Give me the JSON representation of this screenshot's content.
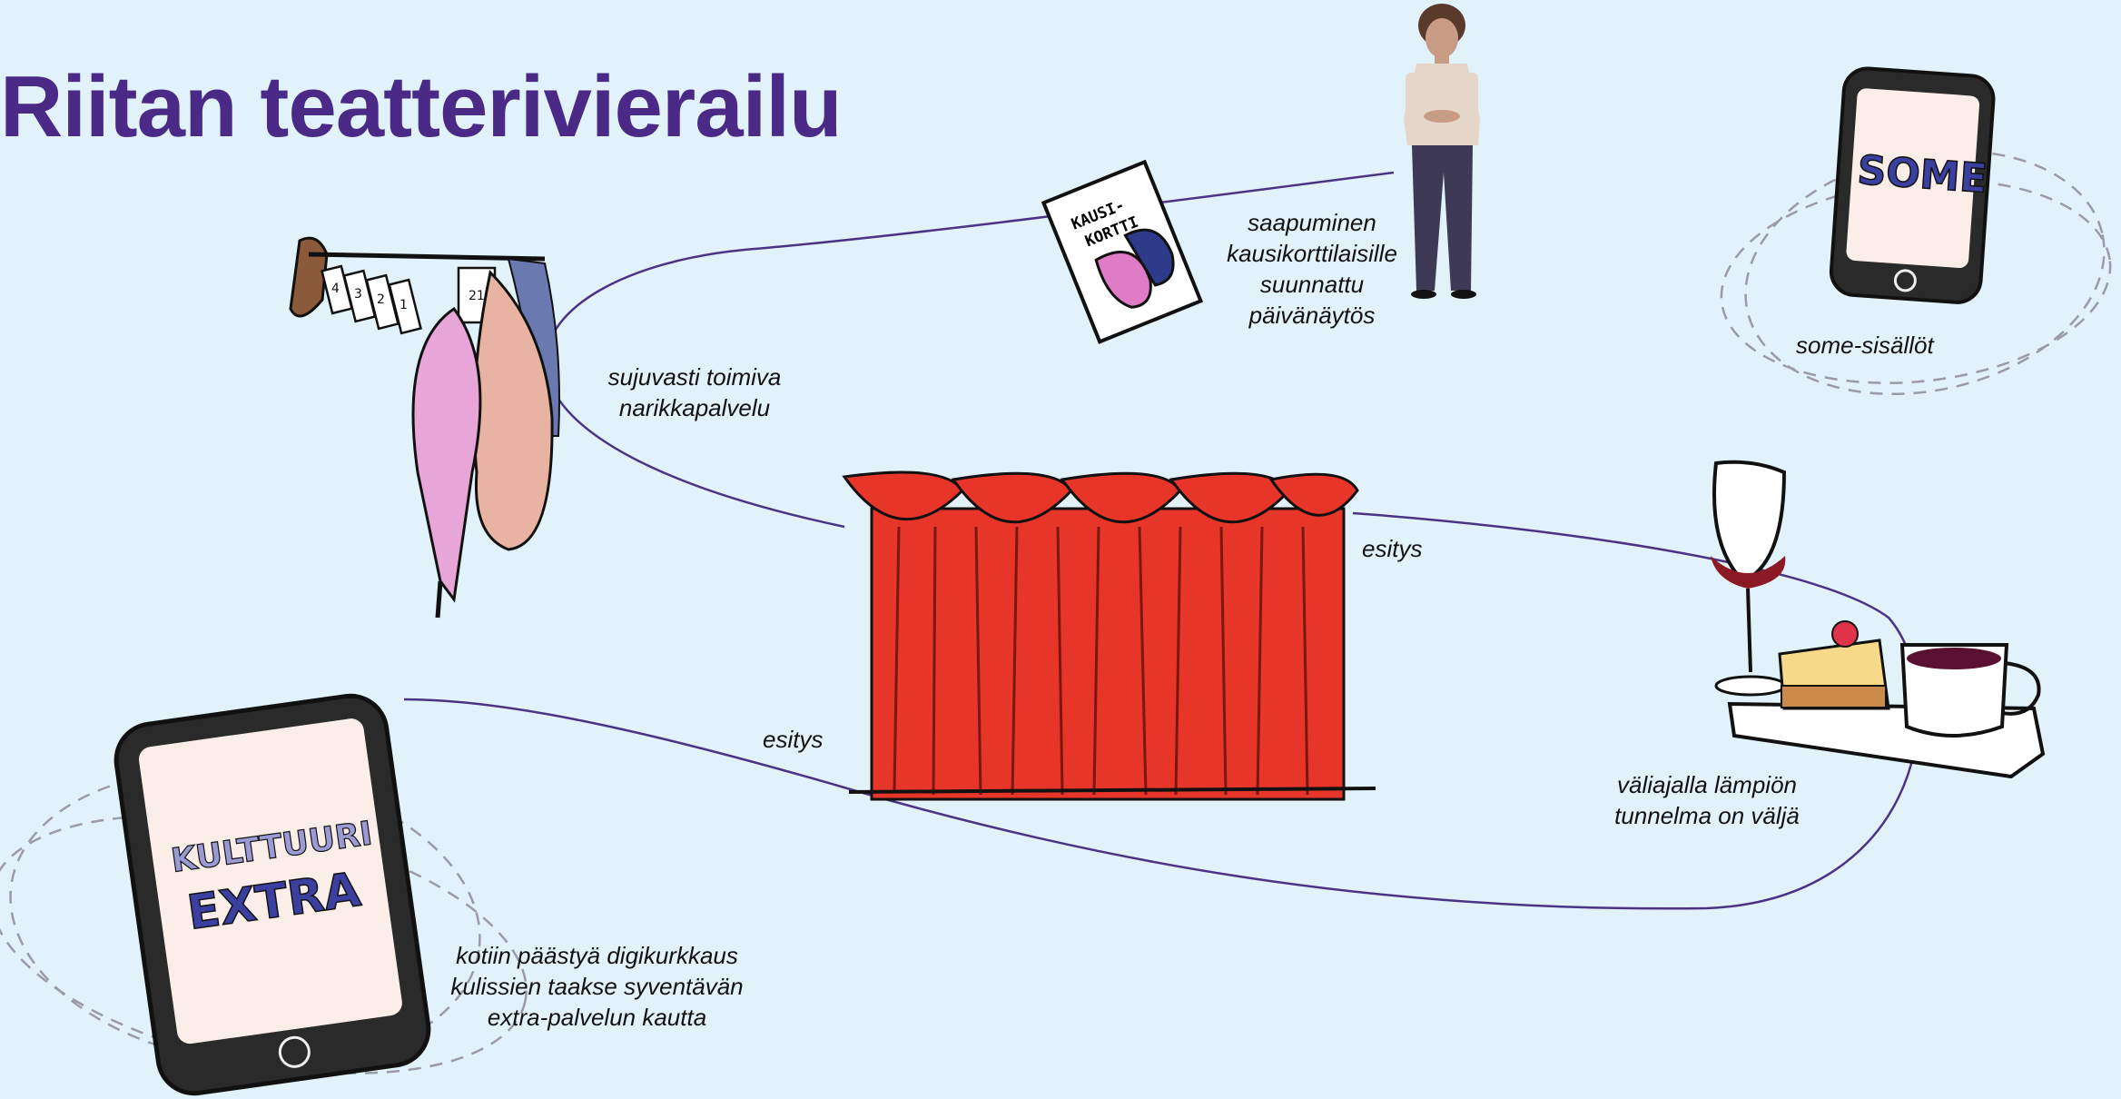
{
  "title": "Riitan teatterivierailu",
  "labels": {
    "arrival": [
      "saapuminen",
      "kausikorttilaisille",
      "suunnattu",
      "päivänäytös"
    ],
    "cloakroom": [
      "sujuvasti toimiva",
      "narikkapalvelu"
    ],
    "performance_1": "esitys",
    "performance_2": "esitys",
    "social_media": "some-sisällöt",
    "intermission": [
      "väliajalla lämpiön",
      "tunnelma on väljä"
    ],
    "extra": [
      "kotiin päästyä digikurkkaus",
      "kulissien taakse syventävän",
      "extra-palvelun kautta"
    ]
  },
  "drawn_text": {
    "season_card": [
      "KAUSI-",
      "KORTTI"
    ],
    "phone_screen": "SOME",
    "tablet_screen": [
      "KULTTUURI",
      "EXTRA"
    ],
    "coat_tags": [
      "4",
      "3",
      "2",
      "1",
      "21"
    ]
  },
  "colors": {
    "title": "#4a2a86",
    "path_line": "#4a3385",
    "curtain": "#e8352a",
    "background": "#e2f2fb"
  }
}
